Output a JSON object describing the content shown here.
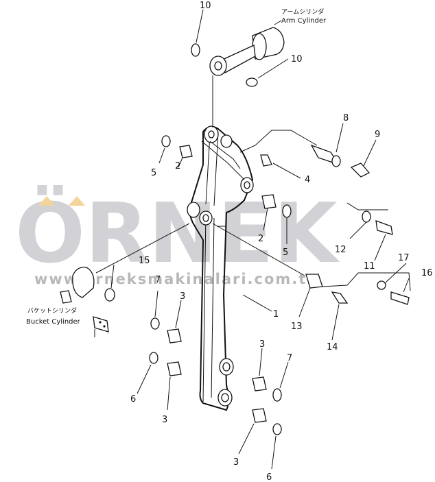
{
  "watermark": {
    "brand": "ÖRNEK",
    "url": "www.orneksmakinalari.com.tr",
    "brand_color": "#d2d2d6",
    "accent_color": "#f3d49a"
  },
  "callouts": {
    "arm_cylinder_jp": "アームシリンダ",
    "arm_cylinder_en": "Arm Cylinder",
    "bucket_cylinder_jp": "バケットシリンダ",
    "bucket_cylinder_en": "Bucket Cylinder"
  },
  "part_numbers": {
    "n10a": "10",
    "n10b": "10",
    "n8": "8",
    "n9": "9",
    "n4": "4",
    "n5a": "5",
    "n2a": "2",
    "n2b": "2",
    "n5b": "5",
    "n12": "12",
    "n11": "11",
    "n17": "17",
    "n16": "16",
    "n15": "15",
    "n7a": "7",
    "n3a": "3",
    "n1": "1",
    "n13": "13",
    "n14": "14",
    "n3b": "3",
    "n7b": "7",
    "n6a": "6",
    "n3c": "3",
    "n3d": "3",
    "n6b": "6"
  }
}
